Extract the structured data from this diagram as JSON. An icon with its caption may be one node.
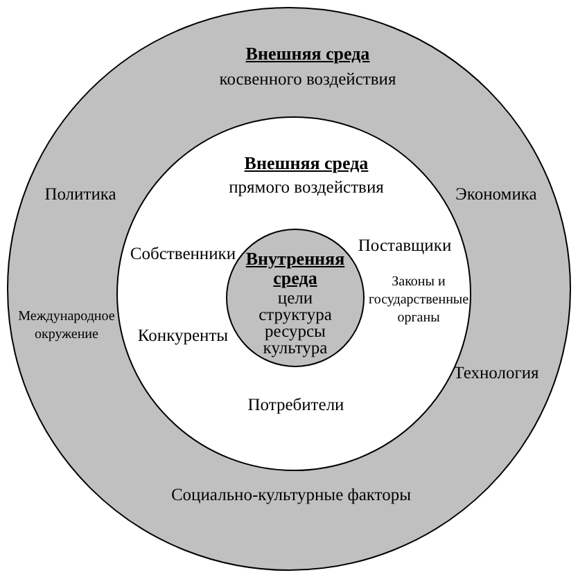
{
  "diagram": {
    "nodes": [
      {
        "text": [
          "Внешняя среда",
          "косвенного воздействия",
          "Политика",
          "Экономика",
          "Международное окружение",
          "Технология",
          "Социально-культурные факторы"
        ]
      },
      {
        "text": [
          "Внешняя среда",
          "прямого воздействия",
          "Собственники",
          "Поставщики",
          "Конкуренты",
          "Законы и государственные органы",
          "Потребители"
        ],
        "in": 0
      },
      {
        "text": [
          "Внутренняя среда",
          "цели",
          "структура",
          "ресурсы",
          "культура"
        ],
        "in": 1
      }
    ]
  }
}
